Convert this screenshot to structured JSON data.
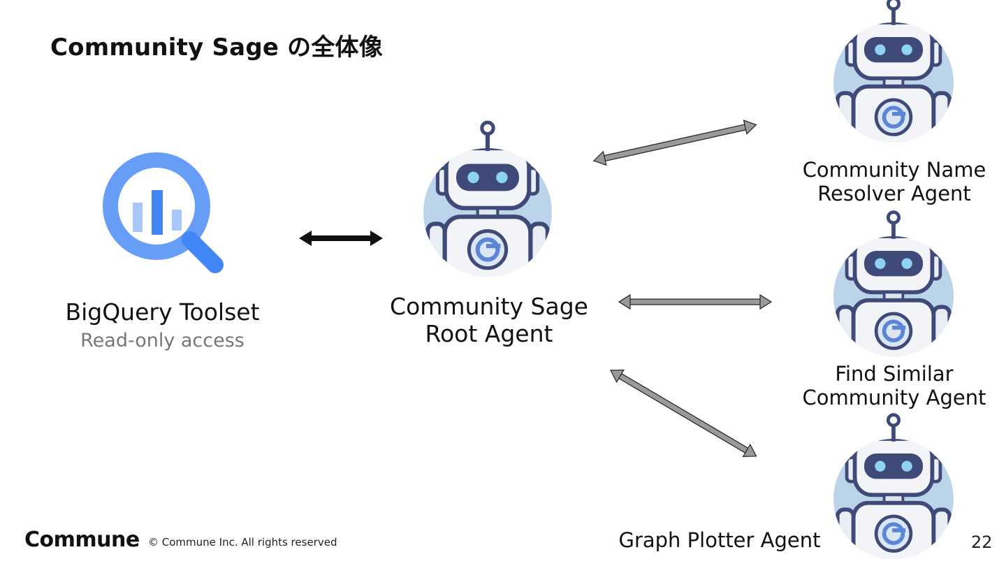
{
  "slide": {
    "title": "Community Sage の全体像",
    "page_number": "22"
  },
  "nodes": {
    "bigquery": {
      "label": "BigQuery Toolset",
      "sublabel": "Read-only access",
      "icon": "bigquery-icon"
    },
    "root": {
      "label_line1": "Community Sage",
      "label_line2": "Root Agent",
      "icon": "robot-icon"
    },
    "name_resolver": {
      "label_line1": "Community Name",
      "label_line2": "Resolver Agent",
      "icon": "robot-icon"
    },
    "find_similar": {
      "label_line1": "Find Similar",
      "label_line2": "Community Agent",
      "icon": "robot-icon"
    },
    "graph_plotter": {
      "label": "Graph Plotter Agent",
      "icon": "robot-icon"
    }
  },
  "footer": {
    "logo": "Commune",
    "copyright": "© Commune Inc. All rights reserved"
  },
  "colors": {
    "bq_blue": "#669df6",
    "bq_dark": "#4285f4",
    "robot_navy": "#3f4a78",
    "robot_bg": "#bcd4ea",
    "arrow_gray": "#9a9a9a",
    "arrow_black": "#111111"
  }
}
